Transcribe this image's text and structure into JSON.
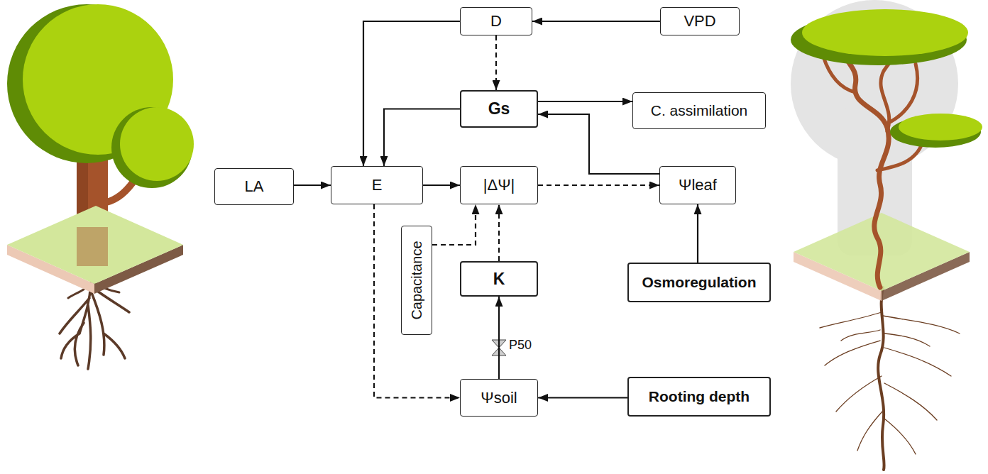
{
  "diagram": {
    "nodes": [
      {
        "text": [
          "D"
        ]
      },
      {
        "text": [
          "VPD"
        ]
      },
      {
        "text": [
          "Gs"
        ]
      },
      {
        "text": [
          "C. assimilation"
        ]
      },
      {
        "text": [
          "LA"
        ]
      },
      {
        "text": [
          "E"
        ]
      },
      {
        "text": [
          "|ΔΨ|"
        ]
      },
      {
        "text": [
          "Ψleaf"
        ]
      },
      {
        "text": [
          "Capacitance"
        ]
      },
      {
        "text": [
          "K"
        ]
      },
      {
        "text": [
          "Osmoregulation"
        ]
      },
      {
        "text": [
          "Ψsoil"
        ]
      },
      {
        "text": [
          "Rooting depth"
        ]
      }
    ],
    "edges": [
      {
        "from": 1,
        "to": 0,
        "arrow": "to"
      },
      {
        "from": 0,
        "to": 5,
        "arrow": "to"
      },
      {
        "from": 0,
        "to": 2,
        "arrow": "to"
      },
      {
        "from": 2,
        "to": 3,
        "arrow": "to"
      },
      {
        "from": 2,
        "to": 5,
        "arrow": "to"
      },
      {
        "from": 4,
        "to": 5,
        "arrow": "to"
      },
      {
        "from": 5,
        "to": 6,
        "arrow": "to"
      },
      {
        "from": 6,
        "to": 7,
        "arrow": "to"
      },
      {
        "from": 7,
        "to": 2,
        "arrow": "to"
      },
      {
        "from": 8,
        "to": 6,
        "arrow": "to"
      },
      {
        "from": 9,
        "to": 6,
        "arrow": "to"
      },
      {
        "from": 11,
        "to": 9,
        "arrow": "to"
      },
      {
        "from": 5,
        "to": 11,
        "arrow": "to"
      },
      {
        "from": 12,
        "to": 11,
        "arrow": "to"
      },
      {
        "from": 10,
        "to": 7,
        "arrow": "to"
      }
    ],
    "labels": [
      "P50"
    ]
  }
}
